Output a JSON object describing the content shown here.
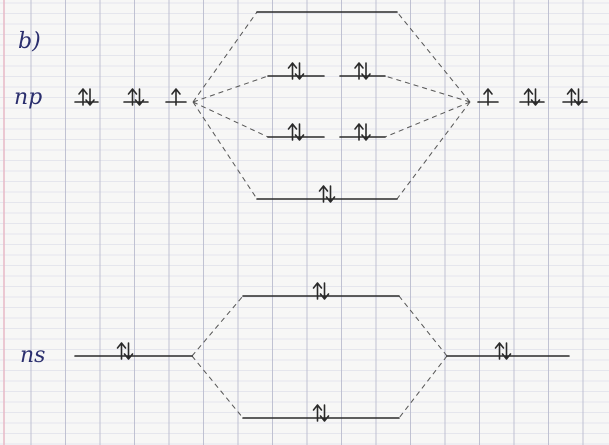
{
  "part_label": "b)",
  "labels": {
    "np": "np",
    "ns": "ns"
  },
  "colors": {
    "paper": "#f7f7f6",
    "grid_major": "#b9bbcf",
    "grid_minor": "#dfe0ea",
    "margin": "#e7b9c6",
    "ink": "#2a2a2a",
    "handwriting": "#2b2f6e"
  },
  "diagram": {
    "left_atom": {
      "p_orbitals": [
        "paired",
        "paired",
        "single"
      ],
      "s_orbital": "paired"
    },
    "right_atom": {
      "p_orbitals": [
        "single",
        "paired",
        "paired"
      ],
      "s_orbital": "paired"
    },
    "molecular_orbitals": {
      "p_block": {
        "top": "empty",
        "upper_pair": [
          "paired",
          "paired"
        ],
        "lower_pair": [
          "paired",
          "paired"
        ],
        "bottom": "paired"
      },
      "s_block": {
        "top": "paired",
        "bottom": "paired"
      }
    }
  }
}
